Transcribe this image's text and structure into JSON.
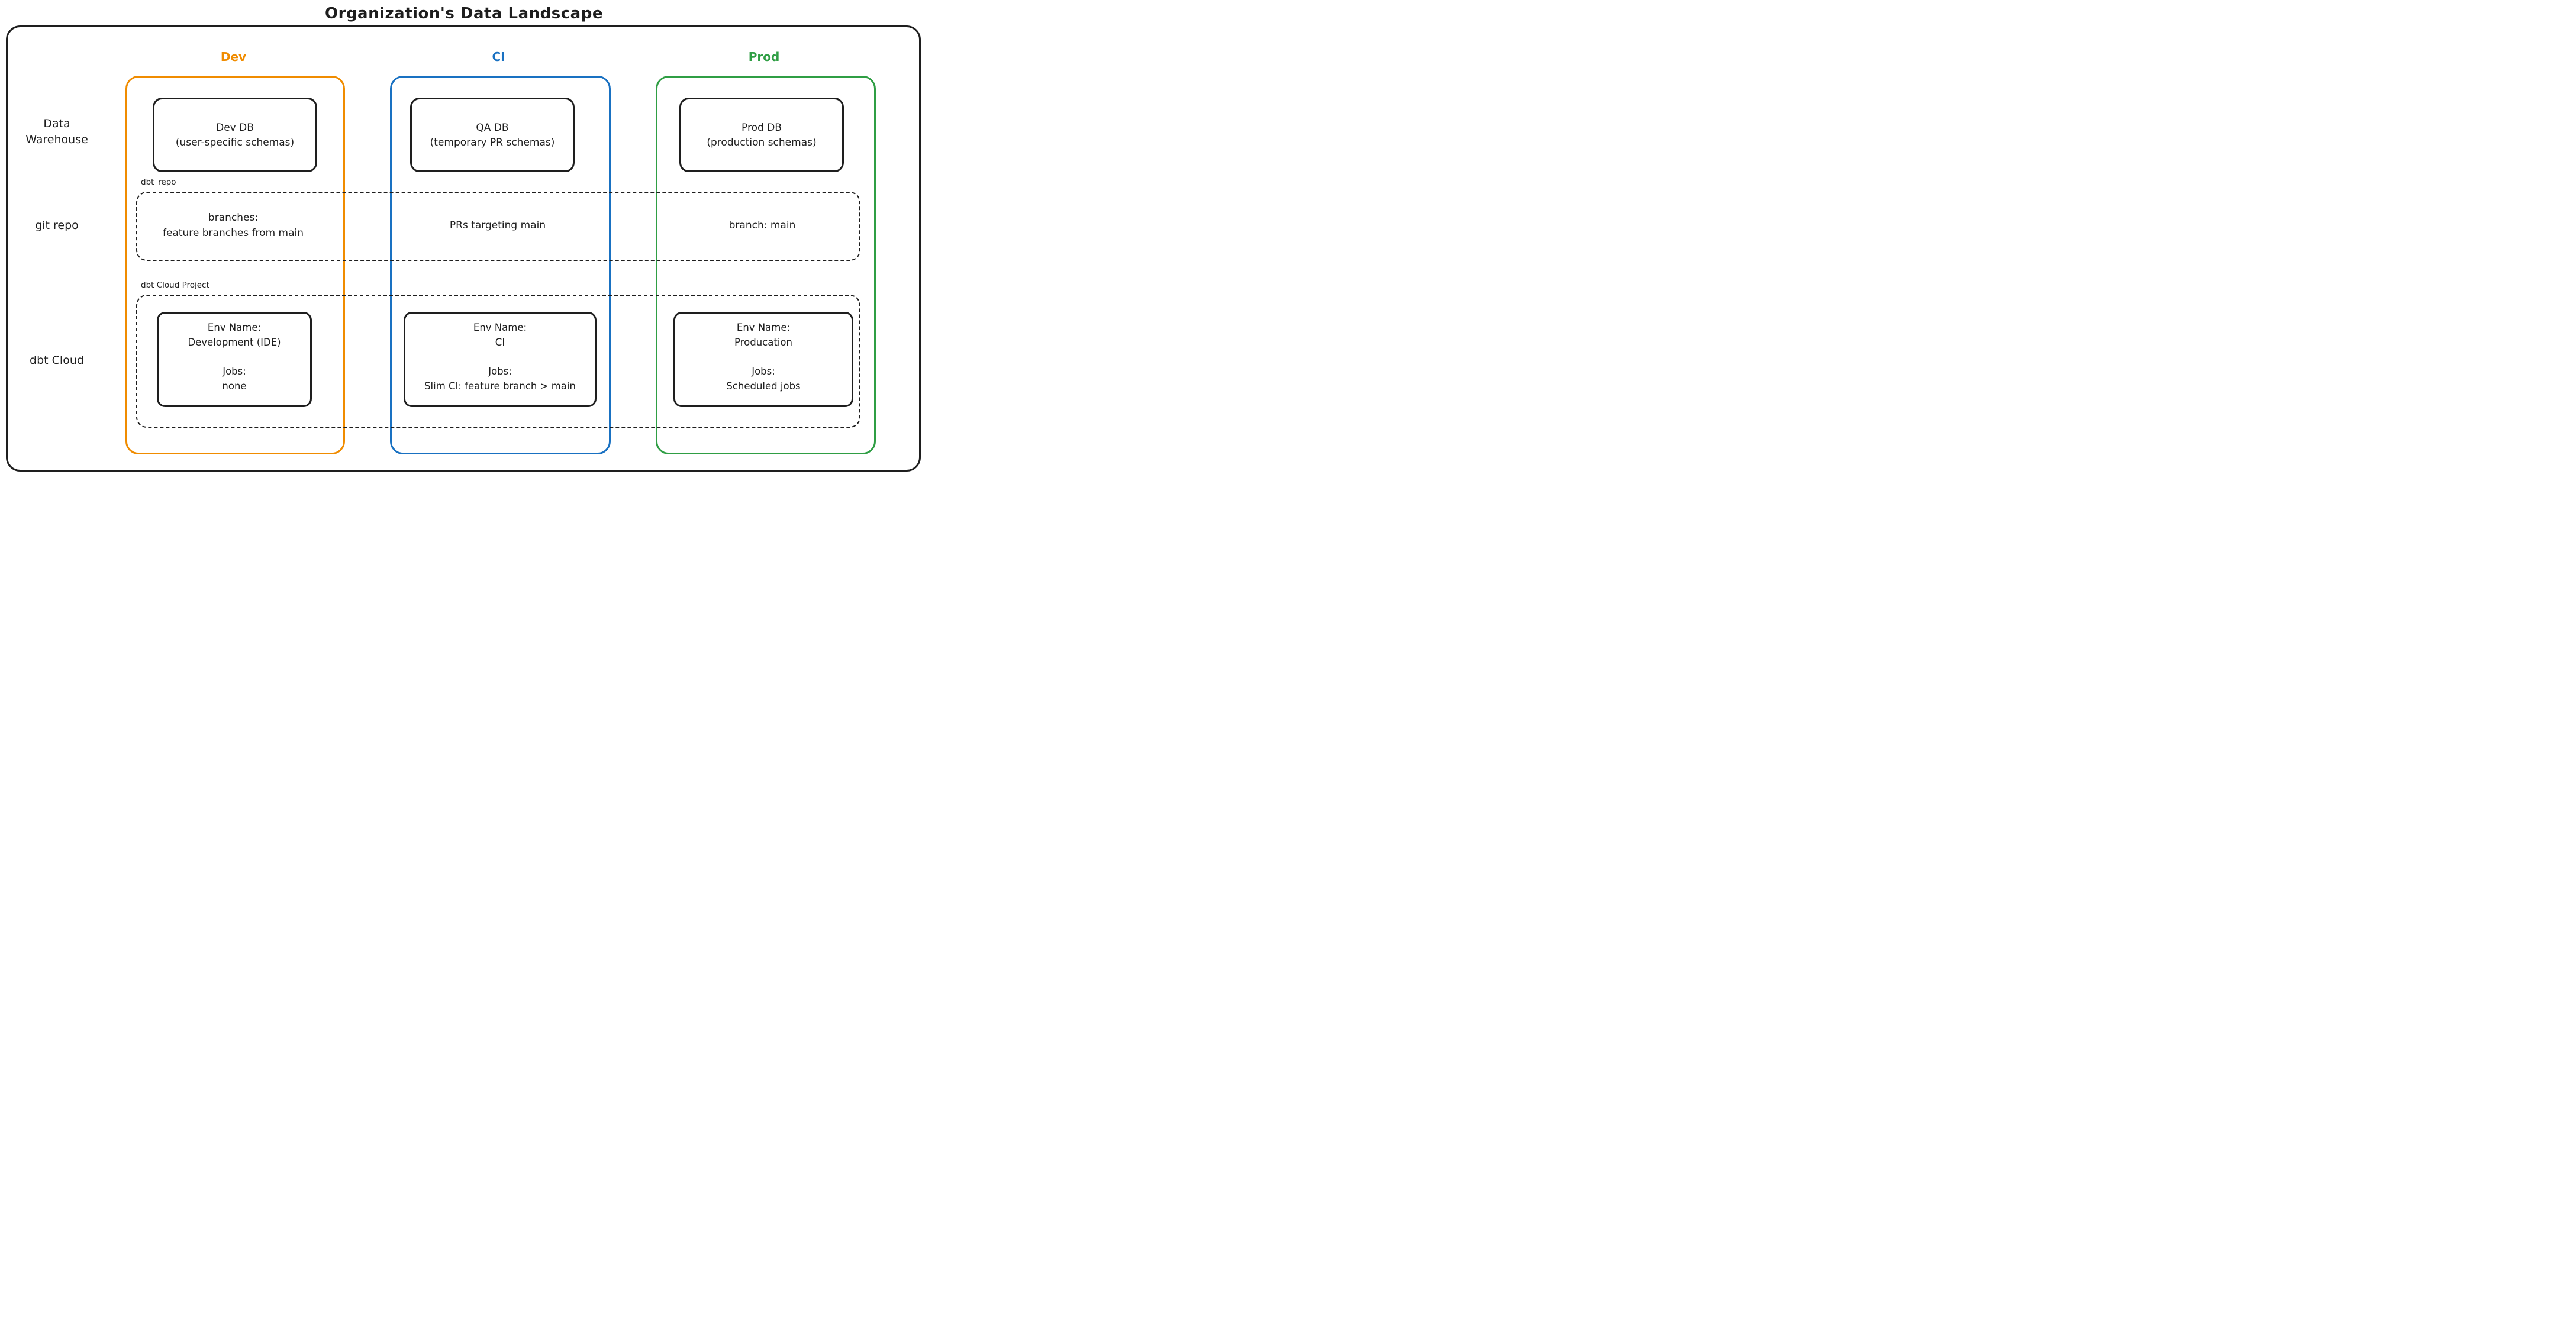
{
  "title": "Organization's Data Landscape",
  "columns": {
    "dev": {
      "label": "Dev",
      "color": "#f08c00"
    },
    "ci": {
      "label": "CI",
      "color": "#1971c2"
    },
    "prod": {
      "label": "Prod",
      "color": "#2f9e44"
    }
  },
  "row_labels": {
    "warehouse": "Data Warehouse",
    "git": "git repo",
    "cloud": "dbt Cloud"
  },
  "warehouse_row": {
    "dev": {
      "name": "Dev DB",
      "detail": "(user-specific schemas)"
    },
    "ci": {
      "name": "QA DB",
      "detail": "(temporary PR schemas)"
    },
    "prod": {
      "name": "Prod DB",
      "detail": "(production schemas)"
    }
  },
  "git_row": {
    "group_label": "dbt_repo",
    "dev_line1": "branches:",
    "dev_line2": "feature branches from main",
    "ci_text": "PRs targeting main",
    "prod_text": "branch: main"
  },
  "cloud_row": {
    "group_label": "dbt Cloud Project",
    "dev": {
      "env_label": "Env Name:",
      "env_name": "Development (IDE)",
      "jobs_label": "Jobs:",
      "jobs": "none"
    },
    "ci": {
      "env_label": "Env Name:",
      "env_name": "CI",
      "jobs_label": "Jobs:",
      "jobs": "Slim CI: feature branch > main"
    },
    "prod": {
      "env_label": "Env Name:",
      "env_name": "Producation",
      "jobs_label": "Jobs:",
      "jobs": "Scheduled jobs"
    }
  }
}
